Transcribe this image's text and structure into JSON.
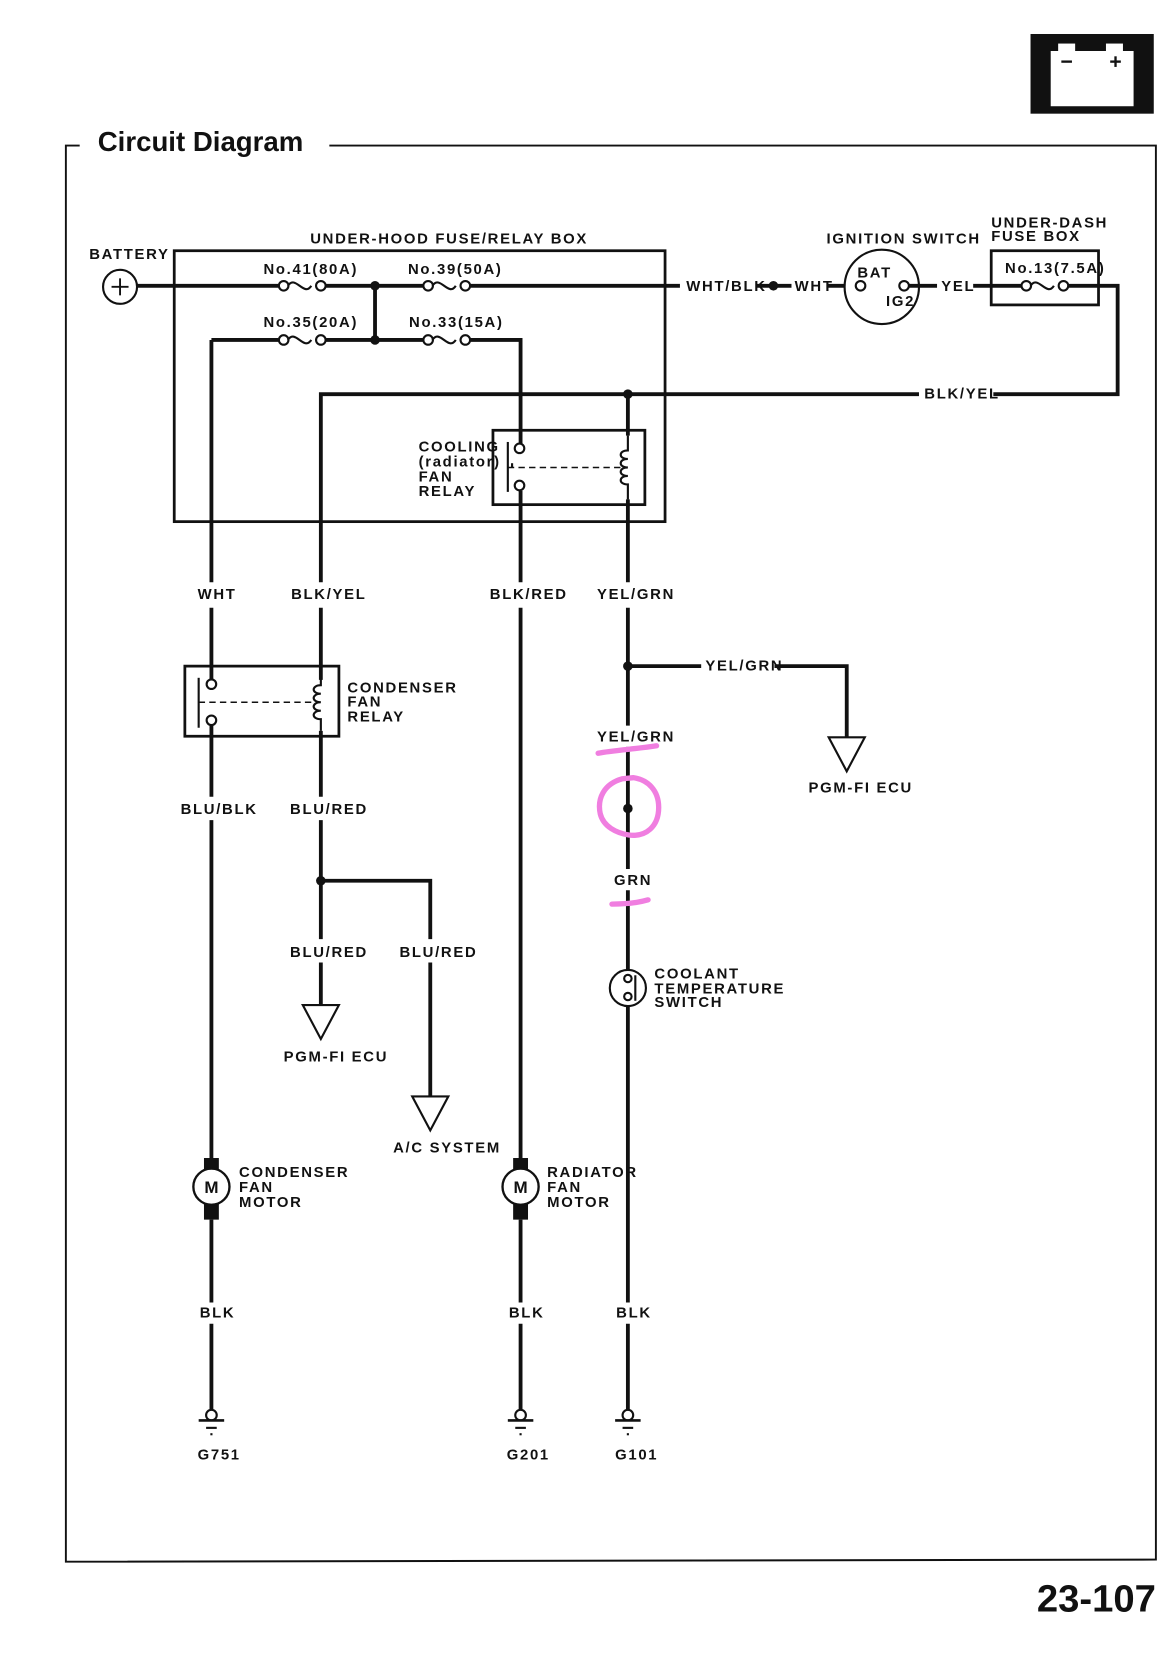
{
  "page": {
    "title": "Circuit Diagram",
    "page_number": "23-107",
    "section_icon": "battery-icon"
  },
  "components": {
    "battery": "BATTERY",
    "underhood_box": "UNDER-HOOD FUSE/RELAY BOX",
    "ignition_switch": "IGNITION SWITCH",
    "ignition_terminals": {
      "bat": "BAT",
      "ig2": "IG2"
    },
    "underdash_box": [
      "UNDER-DASH",
      "FUSE BOX"
    ],
    "cooling_relay": [
      "COOLING",
      "(radiator)",
      "FAN",
      "RELAY"
    ],
    "condenser_relay": [
      "CONDENSER",
      "FAN",
      "RELAY"
    ],
    "coolant_switch": [
      "COOLANT",
      "TEMPERATURE",
      "SWITCH"
    ],
    "condenser_motor": [
      "CONDENSER",
      "FAN",
      "MOTOR"
    ],
    "radiator_motor": [
      "RADIATOR",
      "FAN",
      "MOTOR"
    ],
    "motor_symbol": "M",
    "pgm_ecu_1": "PGM-FI ECU",
    "pgm_ecu_2": "PGM-FI ECU",
    "ac_system": "A/C SYSTEM"
  },
  "fuses": {
    "f41": "No.41(80A)",
    "f39": "No.39(50A)",
    "f35": "No.35(20A)",
    "f33": "No.33(15A)",
    "f13": "No.13(7.5A)"
  },
  "wires": {
    "wht_blk": "WHT/BLK",
    "wht_top": "WHT",
    "yel": "YEL",
    "blk_yel_top": "BLK/YEL",
    "wht": "WHT",
    "blk_yel": "BLK/YEL",
    "blk_red": "BLK/RED",
    "yel_grn_1": "YEL/GRN",
    "yel_grn_branch": "YEL/GRN",
    "yel_grn_2": "YEL/GRN",
    "grn": "GRN",
    "blu_blk": "BLU/BLK",
    "blu_red_1": "BLU/RED",
    "blu_red_2": "BLU/RED",
    "blu_red_3": "BLU/RED",
    "blk_1": "BLK",
    "blk_2": "BLK",
    "blk_3": "BLK"
  },
  "grounds": {
    "g751": "G751",
    "g201": "G201",
    "g101": "G101"
  },
  "annotation": {
    "color": "#f07ee0",
    "marks": [
      "underline-yel-grn",
      "circle-splice",
      "underline-grn"
    ]
  }
}
